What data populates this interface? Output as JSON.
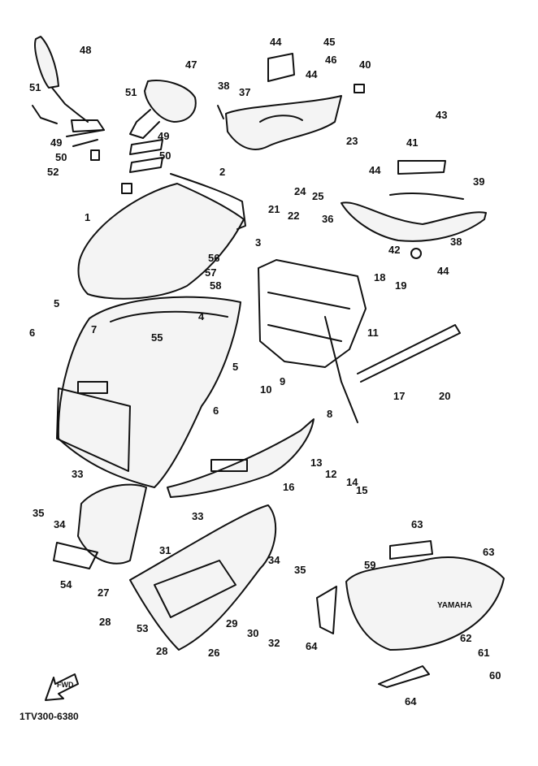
{
  "diagram_code": "1TV300-6380",
  "fwd_label": "FWD",
  "brand_label": "YAMAHA",
  "colors": {
    "ink": "#111111",
    "paper": "#ffffff"
  },
  "callouts": [
    "1",
    "2",
    "3",
    "4",
    "5",
    "5",
    "6",
    "6",
    "7",
    "8",
    "9",
    "10",
    "11",
    "12",
    "13",
    "14",
    "15",
    "16",
    "17",
    "18",
    "19",
    "20",
    "21",
    "22",
    "23",
    "24",
    "25",
    "26",
    "27",
    "28",
    "28",
    "29",
    "30",
    "31",
    "32",
    "33",
    "33",
    "34",
    "34",
    "35",
    "35",
    "36",
    "37",
    "38",
    "38",
    "39",
    "40",
    "41",
    "42",
    "43",
    "44",
    "44",
    "44",
    "44",
    "45",
    "46",
    "47",
    "48",
    "49",
    "49",
    "50",
    "50",
    "51",
    "51",
    "52",
    "53",
    "54",
    "55",
    "56",
    "57",
    "58",
    "59",
    "60",
    "61",
    "62",
    "63",
    "63",
    "64",
    "64"
  ]
}
